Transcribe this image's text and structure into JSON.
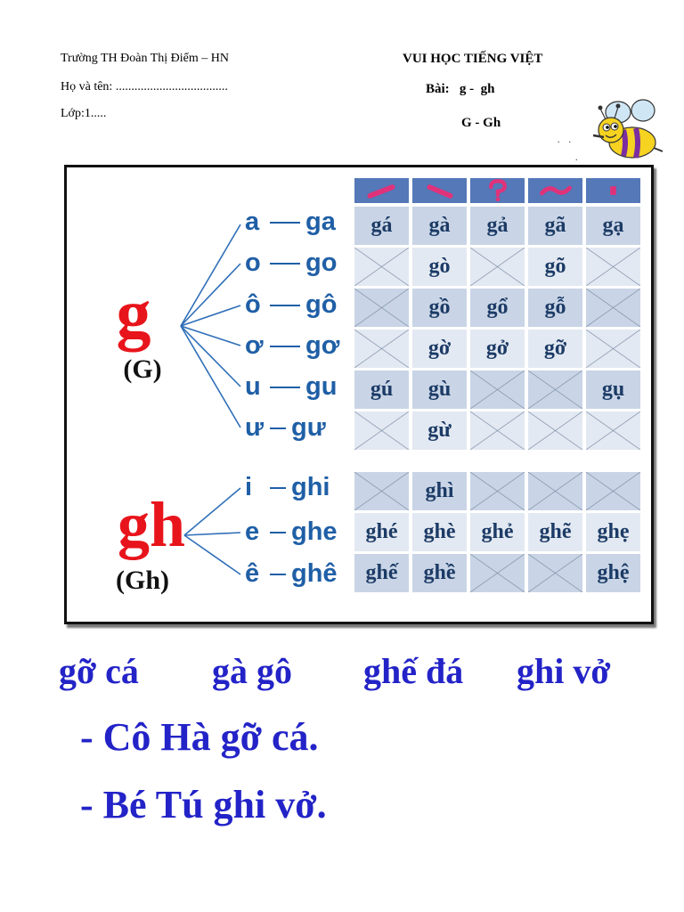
{
  "header": {
    "school": "Trường TH Đoàn Thị Điểm – HN",
    "name_line": "Họ và tên: ....................................",
    "class_line": "Lớp:1.....",
    "title": "VUI HỌC TIẾNG VIỆT",
    "lesson": "Bài:   g -  gh",
    "letters": "G - Gh",
    "dots_a": ".    .",
    "dots_b": "."
  },
  "chart": {
    "g_letter": "g",
    "g_upper": "(G)",
    "gh_letter": "gh",
    "gh_upper": "(Gh)",
    "g_rows": [
      {
        "vowel": "a",
        "syllable": "ga",
        "cells": [
          "gá",
          "gà",
          "gả",
          "gã",
          "gạ"
        ]
      },
      {
        "vowel": "o",
        "syllable": "go",
        "cells": [
          "",
          "gò",
          "",
          "gõ",
          ""
        ]
      },
      {
        "vowel": "ô",
        "syllable": "gô",
        "cells": [
          "",
          "gồ",
          "gổ",
          "gỗ",
          ""
        ]
      },
      {
        "vowel": "ơ",
        "syllable": "gơ",
        "cells": [
          "",
          "gờ",
          "gở",
          "gỡ",
          ""
        ]
      },
      {
        "vowel": "u",
        "syllable": "gu",
        "cells": [
          "gú",
          "gù",
          "",
          "",
          "gụ"
        ]
      },
      {
        "vowel": "ư",
        "syllable": "gư",
        "cells": [
          "",
          "gừ",
          "",
          "",
          ""
        ]
      }
    ],
    "gh_rows": [
      {
        "vowel": "i",
        "syllable": "ghi",
        "cells": [
          "",
          "ghì",
          "",
          "",
          ""
        ]
      },
      {
        "vowel": "e",
        "syllable": "ghe",
        "cells": [
          "ghé",
          "ghè",
          "ghẻ",
          "ghẽ",
          "ghẹ"
        ]
      },
      {
        "vowel": "ê",
        "syllable": "ghê",
        "cells": [
          "ghế",
          "ghề",
          "",
          "",
          "ghệ"
        ]
      }
    ],
    "tone_marks": [
      "sắc",
      "huyền",
      "hỏi",
      "ngã",
      "nặng"
    ],
    "colors": {
      "header": "#5478b8",
      "tone": "#e0327a",
      "red": "#e8141b",
      "blue": "#1f5fa6"
    }
  },
  "practice_words": [
    "gỡ cá",
    "gà gô",
    "ghế đá",
    "ghi vở"
  ],
  "sentences": [
    "- Cô Hà gỡ cá.",
    "- Bé Tú ghi vở."
  ]
}
